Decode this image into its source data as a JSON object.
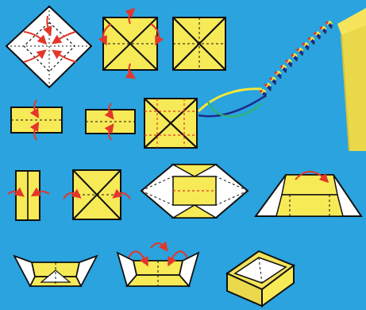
{
  "diagram": {
    "colors": {
      "background": "#2aa3df",
      "paper_yellow": "#f7ea57",
      "paper_white": "#ffffff",
      "outline": "#111111",
      "arrow_red": "#e2372a",
      "box_side": "#ead94c",
      "box_top": "#f4e35a",
      "thread_colors": [
        "#f3e63a",
        "#1d2a8a",
        "#e23535",
        "#2fb36d",
        "#2c2c2c"
      ]
    },
    "steps": [
      {
        "name": "step-1-white-square-center-folds",
        "icon": "fold-diagram"
      },
      {
        "name": "step-2-corners-folded",
        "icon": "fold-diagram"
      },
      {
        "name": "step-3-folded-square",
        "icon": "fold-diagram"
      },
      {
        "name": "step-4-top-fold",
        "icon": "fold-diagram"
      },
      {
        "name": "step-5-bottom-fold",
        "icon": "fold-diagram"
      },
      {
        "name": "step-6-unfolded-square",
        "icon": "fold-diagram"
      },
      {
        "name": "step-7-side-fold",
        "icon": "fold-diagram"
      },
      {
        "name": "step-8-reopen",
        "icon": "fold-diagram"
      },
      {
        "name": "step-9-diamond-open",
        "icon": "fold-diagram"
      },
      {
        "name": "step-10-raise-walls",
        "icon": "fold-diagram"
      },
      {
        "name": "step-11-walls-forming",
        "icon": "fold-diagram"
      },
      {
        "name": "step-12-tuck-walls",
        "icon": "fold-diagram"
      },
      {
        "name": "step-13-finished-box",
        "icon": "box"
      }
    ]
  }
}
